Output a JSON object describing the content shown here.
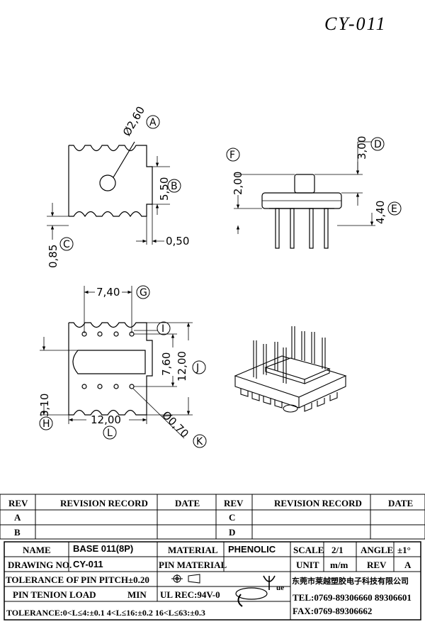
{
  "drawing_no_title": "CY-011",
  "top_view": {
    "dia_pin": "Ø2,60",
    "dia_pin_tag": "A",
    "width_b": "5,50",
    "width_b_tag": "B",
    "dim_c": "0,85",
    "dim_c_tag": "C",
    "dim_side": "0,50"
  },
  "side_view": {
    "dim_f": "2,00",
    "dim_f_tag": "F",
    "dim_d": "3,00",
    "dim_d_tag": "D",
    "dim_e": "4,40",
    "dim_e_tag": "E"
  },
  "bottom_view": {
    "dim_g": "7,40",
    "dim_g_tag": "G",
    "dim_i_tag": "I",
    "dim_760": "7,60",
    "dim_1200v": "12,00",
    "dim_j_tag": "J",
    "dim_h": "3,10",
    "dim_h_tag": "H",
    "dim_1200h": "12,00",
    "dim_l_tag": "L",
    "dim_k": "Ø0,70",
    "dim_k_tag": "K"
  },
  "revision": {
    "rev_header": "REV",
    "record_header": "REVISION RECORD",
    "date_header": "DATE",
    "left_rows": [
      "A",
      "B"
    ],
    "right_rows": [
      "C",
      "D"
    ]
  },
  "title_block": {
    "name_label": "NAME",
    "name_value": "BASE 011(8P)",
    "material_label": "MATERIAL",
    "material_value": "PHENOLIC",
    "scale_label": "SCALE",
    "scale_value": "2/1",
    "angle_label": "ANGLE",
    "angle_value": "±1°",
    "drawing_no_label": "DRAWING NO.",
    "drawing_no_value": "CY-011",
    "pin_material_label": "PIN MATERIAL",
    "unit_label": "UNIT",
    "unit_value": "m/m",
    "rev_label": "REV",
    "rev_value": "A",
    "tolerance_pitch": "TOLERANCE OF PIN PITCH±0.20",
    "pin_tenion": "PIN TENION LOAD",
    "min_label": "MIN",
    "ul_rec": "UL REC:94V-0",
    "tolerance_line": "TOLERANCE:0<L≤4:±0.1  4<L≤16:±0.2  16<L≤63:±0.3",
    "company": "东莞市莱越塑胶电子科技有限公司",
    "tel": "TEL:0769-89306660 89306601",
    "fax": "FAX:0769-89306662",
    "logo_text": "ue"
  }
}
